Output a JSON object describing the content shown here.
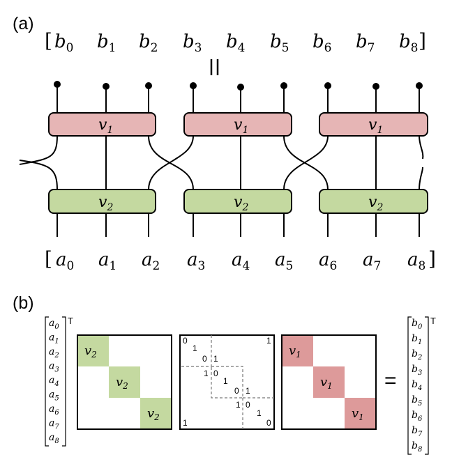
{
  "labels": {
    "a": "(a)",
    "b": "(b)"
  },
  "b_vector": [
    "b",
    "0",
    "b",
    "1",
    "b",
    "2",
    "b",
    "3",
    "b",
    "4",
    "b",
    "5",
    "b",
    "6",
    "b",
    "7",
    "b",
    "8"
  ],
  "a_vector": [
    "a",
    "0",
    "a",
    "1",
    "a",
    "2",
    "a",
    "3",
    "a",
    "4",
    "a",
    "5",
    "a",
    "6",
    "a",
    "7",
    "a",
    "8"
  ],
  "equals_vertical": "=",
  "equals": "=",
  "transpose": "T",
  "gates": {
    "v1": {
      "base": "v",
      "sub": "1"
    },
    "v2": {
      "base": "v",
      "sub": "2"
    }
  },
  "perm_entries": [
    "0",
    "1",
    "0",
    "1",
    "1",
    "0",
    "1",
    "0",
    "1",
    "1",
    "0",
    "1",
    "0",
    "1"
  ],
  "colors": {
    "v1_fill": "#e6b5b5",
    "v2_fill": "#c4d9a0",
    "v1_block": "#dd9a9a",
    "v2_block": "#c4d9a0"
  }
}
